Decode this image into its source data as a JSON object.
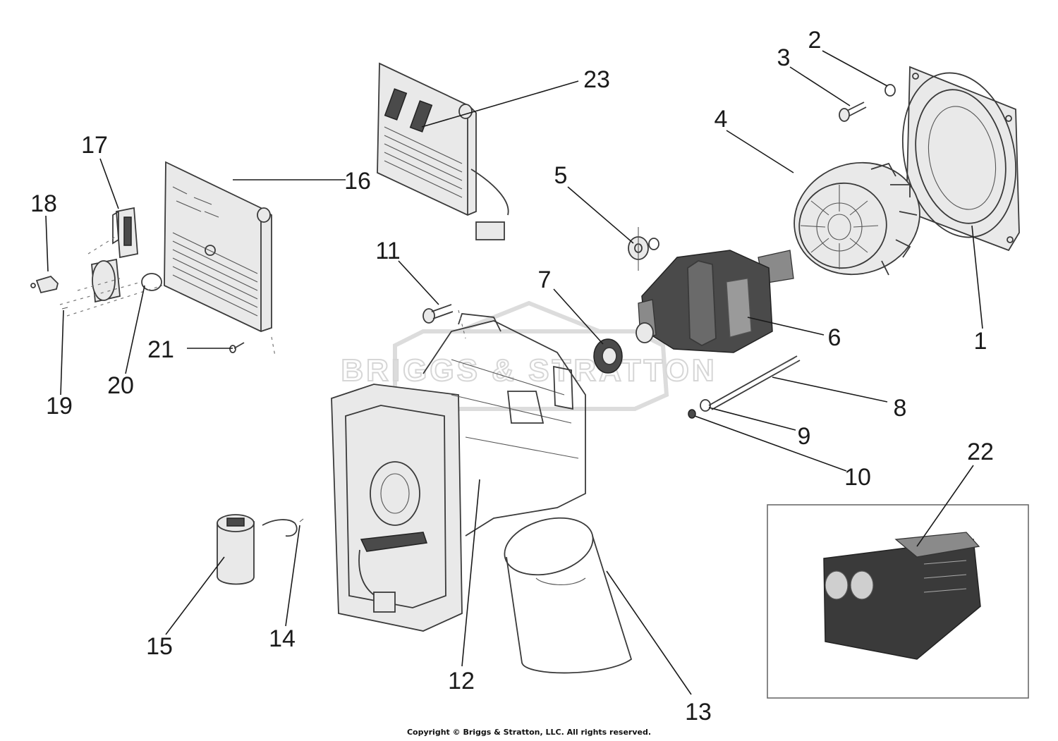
{
  "figure": {
    "watermark": "BRIGGS & STRATTON",
    "copyright": "Copyright © Briggs & Stratton, LLC. All rights reserved."
  },
  "callouts": [
    {
      "id": "1",
      "label": "1"
    },
    {
      "id": "2",
      "label": "2"
    },
    {
      "id": "3",
      "label": "3"
    },
    {
      "id": "4",
      "label": "4"
    },
    {
      "id": "5",
      "label": "5"
    },
    {
      "id": "6",
      "label": "6"
    },
    {
      "id": "7",
      "label": "7"
    },
    {
      "id": "8",
      "label": "8"
    },
    {
      "id": "9",
      "label": "9"
    },
    {
      "id": "10",
      "label": "10"
    },
    {
      "id": "11",
      "label": "11"
    },
    {
      "id": "12",
      "label": "12"
    },
    {
      "id": "13",
      "label": "13"
    },
    {
      "id": "14",
      "label": "14"
    },
    {
      "id": "15",
      "label": "15"
    },
    {
      "id": "16",
      "label": "16"
    },
    {
      "id": "17",
      "label": "17"
    },
    {
      "id": "18",
      "label": "18"
    },
    {
      "id": "19",
      "label": "19"
    },
    {
      "id": "20",
      "label": "20"
    },
    {
      "id": "21",
      "label": "21"
    },
    {
      "id": "22",
      "label": "22"
    },
    {
      "id": "23",
      "label": "23"
    }
  ],
  "colors": {
    "line": "#3a3a3a",
    "dark_part": "#4a4a4a",
    "background": "#ffffff"
  }
}
